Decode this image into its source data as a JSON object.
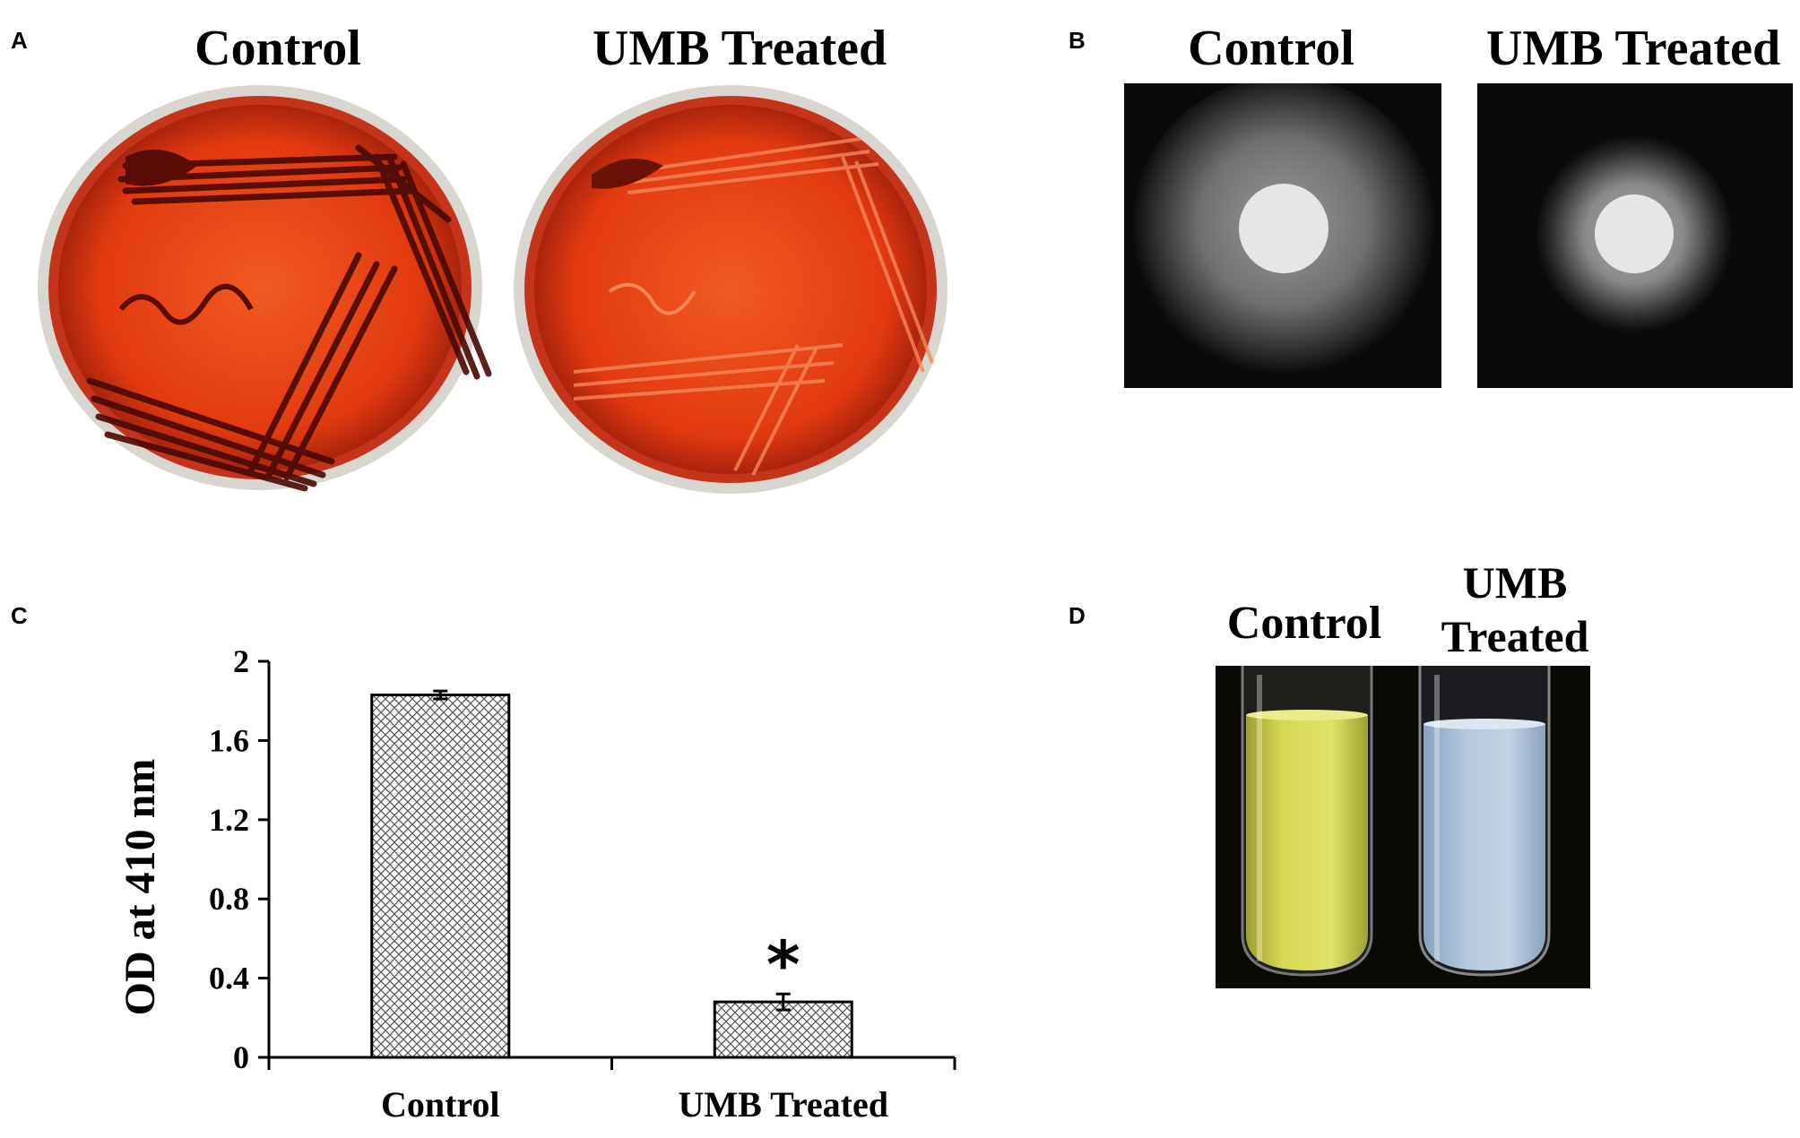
{
  "panels": {
    "a": {
      "letter": "A",
      "left_label": "Control",
      "right_label": "UMB Treated"
    },
    "b": {
      "letter": "B",
      "left_label": "Control",
      "right_label": "UMB Treated"
    },
    "c": {
      "letter": "C"
    },
    "d": {
      "letter": "D",
      "left_label": "Control",
      "right_label_line1": "UMB",
      "right_label_line2": "Treated"
    }
  },
  "colors": {
    "agar": "#e23a10",
    "agar_dark": "#8a1a08",
    "streak": "#4a0a05",
    "halo_bg": "#0a0a0a",
    "tube_control": "#cfd24a",
    "tube_treated": "#a9bfd6"
  },
  "chart_data": {
    "type": "bar",
    "categories": [
      "Control",
      "UMB Treated"
    ],
    "values": [
      1.83,
      0.28
    ],
    "errors": [
      0.02,
      0.04
    ],
    "ylabel": "OD at 410 nm",
    "xlabel": "",
    "ylim": [
      0,
      2
    ],
    "yticks": [
      "0",
      "0.4",
      "0.8",
      "1.2",
      "1.6",
      "2"
    ],
    "ytick_values": [
      0,
      0.4,
      0.8,
      1.2,
      1.6,
      2.0
    ],
    "significance": [
      null,
      "*"
    ],
    "bar_fill": "crosshatch",
    "grid": false
  }
}
